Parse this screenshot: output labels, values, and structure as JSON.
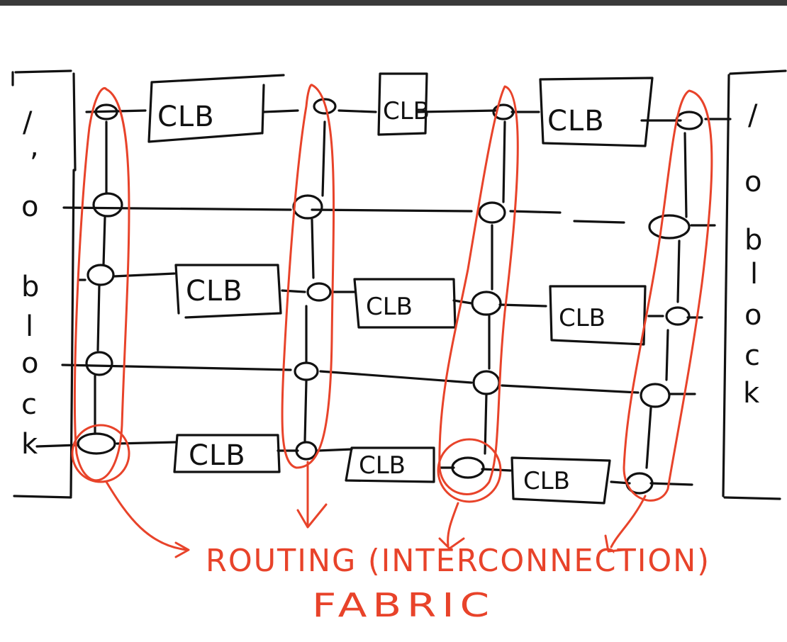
{
  "diagram": {
    "clb_label": "CLB",
    "io_left_label": "I/O block",
    "io_right_label": "I/O block",
    "annotation_line1": "ROUTING (INTERCONNECTION)",
    "annotation_line2": "FABRIC",
    "ink_color": "#111111",
    "annotation_color": "#e8432a"
  }
}
